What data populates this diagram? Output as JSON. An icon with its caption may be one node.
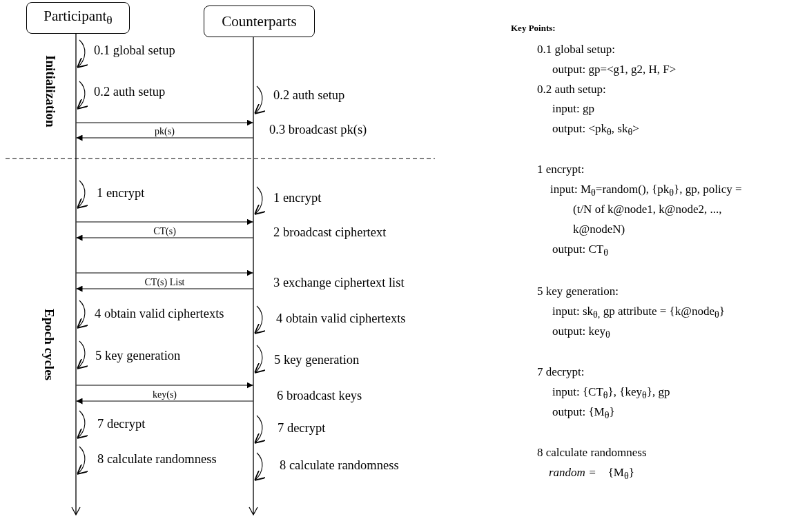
{
  "diagram": {
    "nodes": [
      {
        "text": [
          "Participant$_{θ}$"
        ]
      },
      {
        "text": [
          "Counterparts"
        ]
      },
      {
        "text": [],
        "shape": "line"
      },
      {
        "text": [],
        "shape": "line"
      }
    ],
    "edges": [
      {
        "from": 2,
        "to": 3,
        "arrow": "to"
      },
      {
        "from": 3,
        "to": 2,
        "arrow": "to",
        "label": "pk(s)"
      },
      {
        "from": 2,
        "to": 3,
        "arrow": "to"
      },
      {
        "from": 3,
        "to": 2,
        "arrow": "to",
        "label": "CT(s)"
      },
      {
        "from": 2,
        "to": 3,
        "arrow": "to"
      },
      {
        "from": 3,
        "to": 2,
        "arrow": "to",
        "label": "CT(s) List"
      },
      {
        "from": 2,
        "to": 3,
        "arrow": "to"
      },
      {
        "from": 3,
        "to": 2,
        "arrow": "to",
        "label": "key(s)"
      }
    ],
    "labels": [
      "Initialization",
      "0.1 global setup",
      "0.2 auth setup",
      "0.2 auth setup",
      "0.3 broadcast pk(s)",
      "Epoch cycles",
      "1 encrypt",
      "1 encrypt",
      "2 broadcast ciphertext",
      "3 exchange ciphertext list",
      "4 obtain valid ciphertexts",
      "4 obtain valid ciphertexts",
      "5 key generation",
      "5 key generation",
      "6 broadcast keys",
      "7 decrypt",
      "7 decrypt",
      "8 calculate randomness",
      "8 calculate randomness",
      "Key Points:",
      "0.1 global setup:",
      "output: gp=<g1, g2, H, F>",
      "0.2 auth setup:",
      "input: gp",
      "output: <pk$_{θ}$, sk$_{θ}$>",
      "1 encrypt:",
      "input: M$_{θ}$=random(), {pk$_{θ}$}, gp, policy =",
      "(t/N of k@node1, k@node2, ...,",
      "k@nodeN)",
      "output: CT$_{θ}$",
      "5 key generation:",
      "input: sk$_{θ,}$ gp attribute = {k@node$_{θ}$}",
      "output: key$_{θ}$",
      "7 decrypt:",
      "input: {CT$_{θ}$}, {key$_{θ}$}, gp",
      "output: {M$_{θ}$}",
      "8 calculate randomness",
      "*random =*    {M$_{θ}$}"
    ]
  }
}
